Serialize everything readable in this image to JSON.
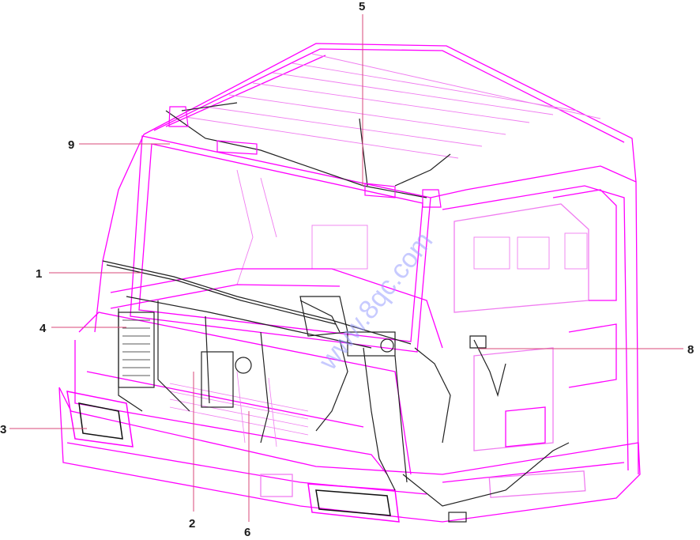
{
  "diagram": {
    "colors": {
      "outline": "#ff00ff",
      "outline_light": "#f07cf0",
      "wiring": "#222222",
      "leader": "#d94a7a",
      "watermark": "#9aa0ff"
    },
    "callouts": [
      {
        "id": "1",
        "label": "1"
      },
      {
        "id": "2",
        "label": "2"
      },
      {
        "id": "3",
        "label": "3"
      },
      {
        "id": "4",
        "label": "4"
      },
      {
        "id": "5",
        "label": "5"
      },
      {
        "id": "6",
        "label": "6"
      },
      {
        "id": "8",
        "label": "8"
      },
      {
        "id": "9",
        "label": "9"
      }
    ],
    "watermark": "www.8qc.com"
  }
}
